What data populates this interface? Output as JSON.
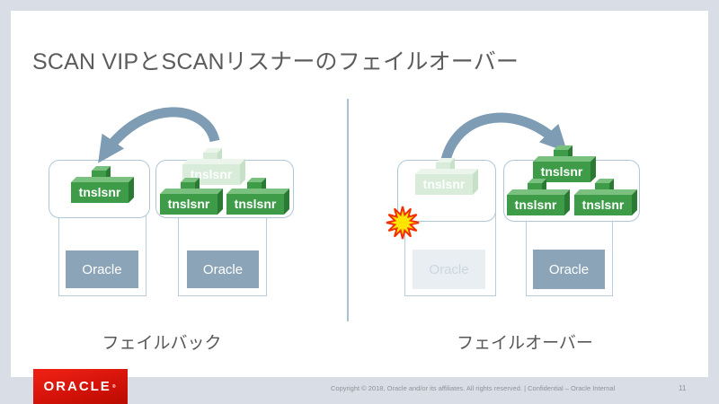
{
  "slide": {
    "title": "SCAN VIPとSCANリスナーのフェイルオーバー",
    "diagrams": [
      {
        "caption": "フェイルバック",
        "arrow_direction": "right-to-left",
        "has_failure_burst": false,
        "nodes": [
          {
            "listeners": [
              {
                "label": "tnslsnr",
                "state": "active"
              }
            ],
            "db": {
              "label": "Oracle",
              "state": "active"
            }
          },
          {
            "listeners": [
              {
                "label": "tnslsnr",
                "state": "ghost"
              },
              {
                "label": "tnslsnr",
                "state": "active"
              },
              {
                "label": "tnslsnr",
                "state": "active"
              }
            ],
            "db": {
              "label": "Oracle",
              "state": "active"
            }
          }
        ]
      },
      {
        "caption": "フェイルオーバー",
        "arrow_direction": "left-to-right",
        "has_failure_burst": true,
        "nodes": [
          {
            "listeners": [
              {
                "label": "tnslsnr",
                "state": "ghost"
              }
            ],
            "db": {
              "label": "Oracle",
              "state": "ghost"
            }
          },
          {
            "listeners": [
              {
                "label": "tnslsnr",
                "state": "active"
              },
              {
                "label": "tnslsnr",
                "state": "active"
              },
              {
                "label": "tnslsnr",
                "state": "active"
              }
            ],
            "db": {
              "label": "Oracle",
              "state": "active"
            }
          }
        ]
      }
    ]
  },
  "footer": {
    "logo_text": "ORACLE",
    "logo_reg": "®",
    "copyright": "Copyright © 2018, Oracle and/or its affiliates. All rights reserved.  |  Confidential – Oracle Internal",
    "page_number": "11"
  },
  "colors": {
    "listener_active": "#3e9c48",
    "listener_ghost": "#d9ecda",
    "db_active": "#8ba4b7",
    "db_ghost": "#e9eef3",
    "arrow": "#7e9cb4",
    "oracle_red": "#d9170d",
    "burst_yellow": "#ffe400",
    "burst_red": "#f03000"
  }
}
